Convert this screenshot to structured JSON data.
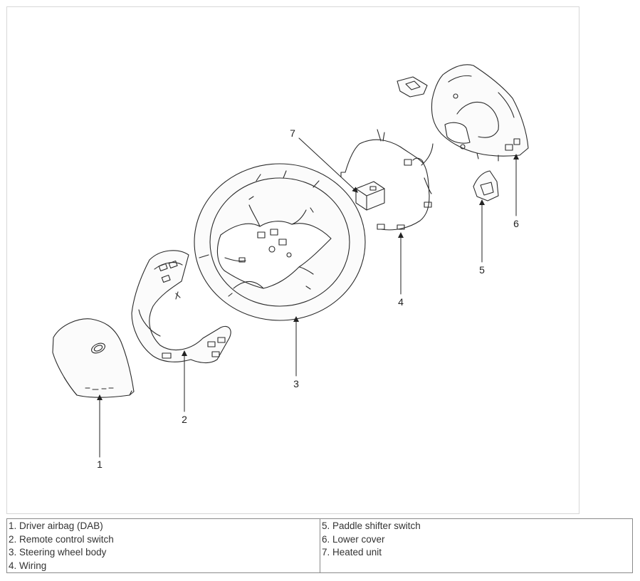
{
  "figure": {
    "callouts": [
      "1",
      "2",
      "3",
      "4",
      "5",
      "6",
      "7"
    ]
  },
  "legend": {
    "left": [
      "1. Driver airbag (DAB)",
      "2. Remote control switch",
      "3. Steering wheel body",
      "4. Wiring"
    ],
    "right": [
      "5. Paddle shifter switch",
      "6. Lower cover",
      "7. Heated unit"
    ]
  }
}
